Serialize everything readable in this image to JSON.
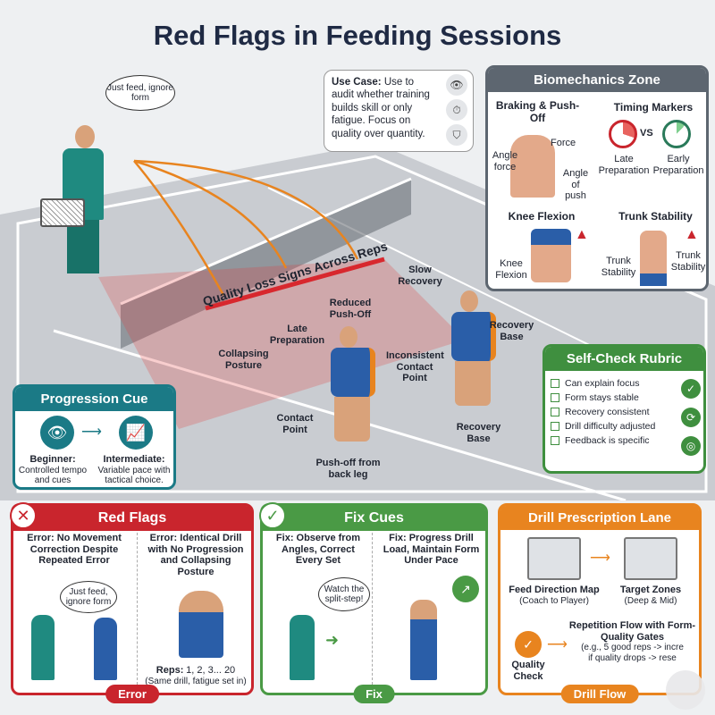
{
  "title": "Red Flags in Feeding Sessions",
  "coach_bubble": "Just feed, ignore form",
  "use_case": {
    "label": "Use Case:",
    "text": "Use to audit whether training builds skill or only fatigue. Focus on quality over quantity.",
    "icons": [
      "eye-icon",
      "timer-icon",
      "shield-icon"
    ]
  },
  "biomechanics": {
    "title": "Biomechanics Zone",
    "braking": {
      "title": "Braking & Push-Off",
      "force": "Force",
      "angle_force": "Angle force",
      "angle_push": "Angle of push"
    },
    "timing": {
      "title": "Timing Markers",
      "vs": "VS",
      "late": "Late Preparation",
      "early": "Early Preparation"
    },
    "knee": {
      "title": "Knee Flexion",
      "label": "Knee Flexion"
    },
    "trunk": {
      "title": "Trunk Stability",
      "left": "Trunk Stability",
      "right": "Trunk Stability"
    }
  },
  "court": {
    "banner": "Quality Loss Signs Across Reps",
    "labels": [
      "Slow Recovery",
      "Reduced Push-Off",
      "Late Preparation",
      "Collapsing Posture",
      "Inconsistent Contact Point",
      "Contact Point",
      "Recovery Base",
      "Recovery Base",
      "Push-off from back leg"
    ]
  },
  "progression": {
    "title": "Progression Cue",
    "beginner": "Beginner:",
    "beginner_text": "Controlled tempo and cues",
    "intermediate": "Intermediate:",
    "intermediate_text": "Variable pace with tactical choice."
  },
  "rubric": {
    "title": "Self-Check Rubric",
    "items": [
      "Can explain focus",
      "Form stays stable",
      "Recovery consistent",
      "Drill difficulty adjusted",
      "Feedback is specific"
    ]
  },
  "red_flags": {
    "title": "Red Flags",
    "error1": "Error: No Movement Correction Despite Repeated Error",
    "bubble": "Just feed, ignore form",
    "error2": "Error: Identical Drill with No Progression and Collapsing Posture",
    "reps_label": "Reps:",
    "reps": "1, 2, 3... 20",
    "reps_note": "(Same drill, fatigue set in)",
    "pill": "Error"
  },
  "fix_cues": {
    "title": "Fix Cues",
    "fix1": "Fix: Observe from Angles, Correct Every Set",
    "bubble": "Watch the split-step!",
    "fix2": "Fix: Progress Drill Load, Maintain Form Under Pace",
    "pill": "Fix"
  },
  "drill": {
    "title": "Drill Prescription Lane",
    "feed": "Feed Direction Map",
    "feed_sub": "(Coach to Player)",
    "target": "Target Zones",
    "target_sub": "(Deep & Mid)",
    "quality": "Quality Check",
    "flow": "Repetition Flow with Form-Quality Gates",
    "flow_sub1": "(e.g., 5 good reps -> incre",
    "flow_sub2": "if quality drops -> rese",
    "pill": "Drill Flow"
  },
  "colors": {
    "red": "#c9252d",
    "green": "#4a9a45",
    "orange": "#e8841f",
    "teal": "#1b7a86",
    "gray": "#5d6670",
    "navy": "#1f2a44"
  }
}
